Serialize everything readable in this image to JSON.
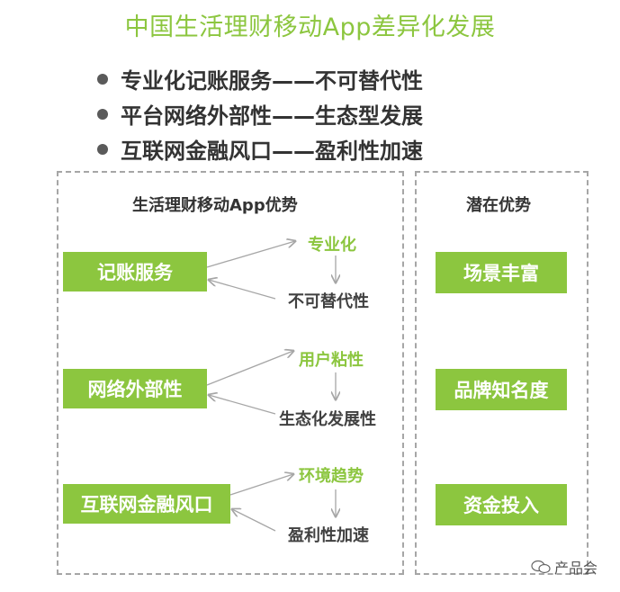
{
  "title": "中国生活理财移动App差异化发展",
  "bullets": [
    "专业化记账服务——不可替代性",
    "平台网络外部性——生态型发展",
    "互联网金融风口——盈利性加速"
  ],
  "left_panel": {
    "title": "生活理财移动App优势",
    "groups": [
      {
        "box": "记账服务",
        "top": "专业化",
        "bottom": "不可替代性"
      },
      {
        "box": "网络外部性",
        "top": "用户粘性",
        "bottom": "生态化发展性"
      },
      {
        "box": "互联网金融风口",
        "top": "环境趋势",
        "bottom": "盈利性加速"
      }
    ]
  },
  "right_panel": {
    "title": "潜在优势",
    "items": [
      "场景丰富",
      "品牌知名度",
      "资金投入"
    ]
  },
  "watermark": "产品会",
  "colors": {
    "accent_green": "#8cc63f",
    "text_dark": "#333333",
    "dash_gray": "#a6a6a6"
  }
}
